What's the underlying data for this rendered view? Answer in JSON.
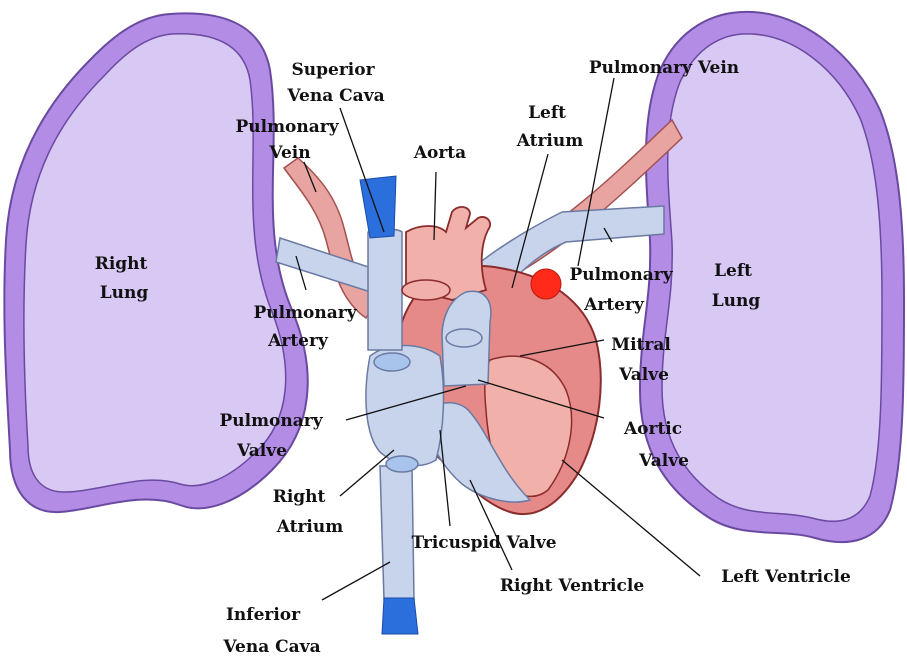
{
  "colors": {
    "lung_fill": "#d8c8f4",
    "lung_border": "#b38ce6",
    "lung_outline": "#6a4aa0",
    "vein_red": "#e8a4a0",
    "vein_stroke": "#a45050",
    "heart_red": "#e58a88",
    "heart_light": "#f2b0aa",
    "heart_stroke": "#8a2c2c",
    "deoxygenated_blue": "#c8d4ec",
    "blue_stroke": "#6a7aa2",
    "vena_cava_cap": "#2b6fdc",
    "artery_cap": "#ff2a1a"
  },
  "labels": {
    "superior_vena_cava": [
      "Superior",
      "Vena Cava"
    ],
    "pulmonary_vein_right": [
      "Pulmonary",
      "Vein"
    ],
    "aorta": [
      "Aorta"
    ],
    "left_atrium": [
      "Left",
      "Atrium"
    ],
    "pulmonary_vein_left": [
      "Pulmonary Vein"
    ],
    "right_lung": [
      "Right",
      "Lung"
    ],
    "left_lung": [
      "Left",
      "Lung"
    ],
    "pulmonary_artery_left": [
      "Pulmonary",
      "Artery"
    ],
    "pulmonary_artery_right": [
      "Pulmonary",
      "Artery"
    ],
    "mitral_valve": [
      "Mitral",
      "Valve"
    ],
    "pulmonary_valve": [
      "Pulmonary",
      "Valve"
    ],
    "aortic_valve": [
      "Aortic",
      "Valve"
    ],
    "right_atrium": [
      "Right",
      "Atrium"
    ],
    "tricuspid_valve": [
      "Tricuspid Valve"
    ],
    "right_ventricle": [
      "Right Ventricle"
    ],
    "left_ventricle": [
      "Left Ventricle"
    ],
    "inferior_vena_cava": [
      "Inferior",
      "Vena Cava"
    ]
  }
}
